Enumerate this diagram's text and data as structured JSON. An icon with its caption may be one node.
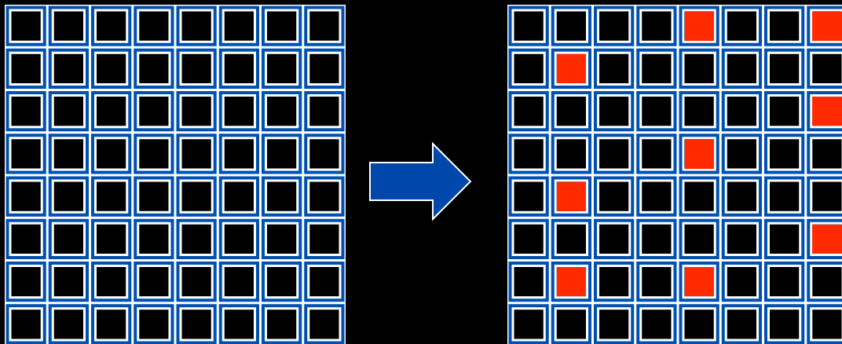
{
  "diagram": {
    "nodes": [
      {
        "text": [],
        "shape": "box"
      },
      {
        "text": [],
        "shape": "box"
      },
      {
        "text": [],
        "shape": "box",
        "in": 1
      },
      {
        "text": [],
        "shape": "box",
        "in": 1
      },
      {
        "text": [],
        "shape": "box",
        "in": 1
      },
      {
        "text": [],
        "shape": "box",
        "in": 1
      },
      {
        "text": [],
        "shape": "box",
        "in": 1
      },
      {
        "text": [],
        "shape": "box",
        "in": 1
      },
      {
        "text": [],
        "shape": "box",
        "in": 1
      },
      {
        "text": [],
        "shape": "box",
        "in": 1
      },
      {
        "text": [],
        "shape": "box",
        "in": 1
      }
    ],
    "edges": [
      {
        "from": 0,
        "to": 1,
        "arrow": "to"
      }
    ]
  }
}
